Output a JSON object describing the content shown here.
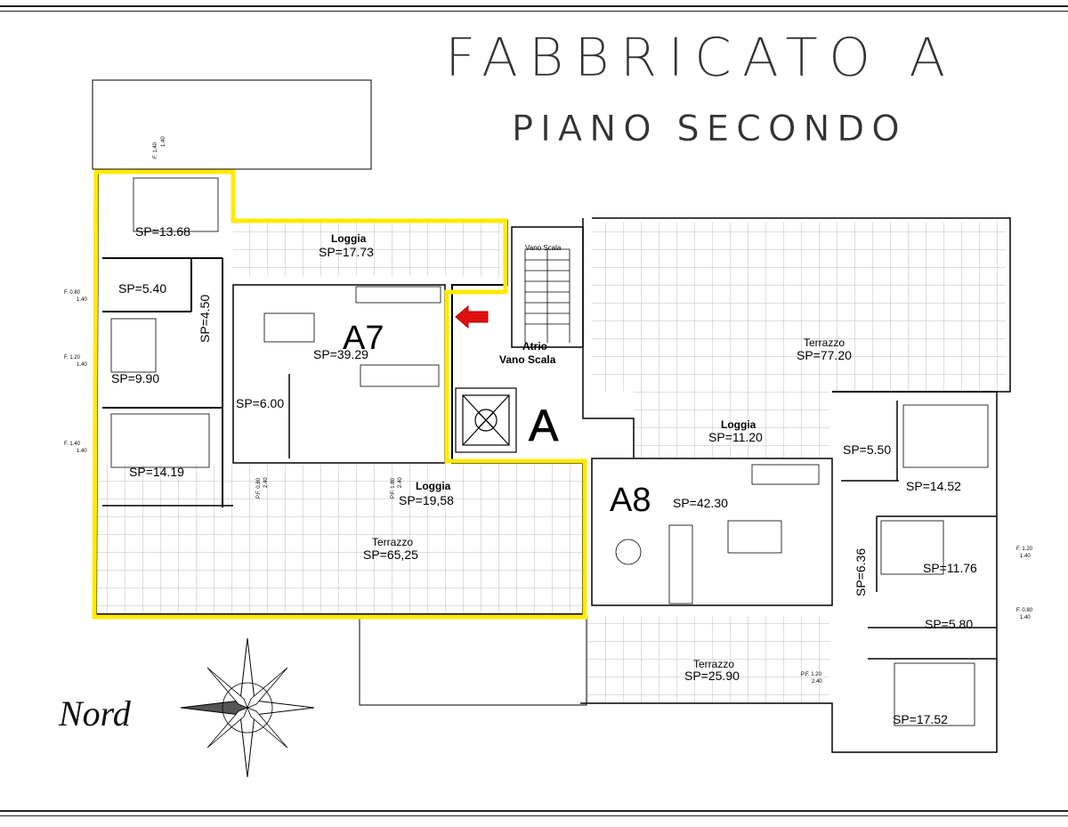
{
  "header": {
    "title": "FABBRICATO A",
    "subtitle": "PIANO SECONDO"
  },
  "colors": {
    "highlight": "#ffea00",
    "arrow": "#e01010",
    "line": "#000000",
    "tile": "#cfcfcf"
  },
  "units": {
    "a7": {
      "name": "A7",
      "main_area": "SP=39.29",
      "rooms": {
        "bedroom_1": "SP=13.68",
        "bath_1": "SP=5.40",
        "hall": "SP=4.50",
        "bedroom_2": "SP=9.90",
        "bath_2": "SP=6.00",
        "bedroom_3": "SP=14.19"
      },
      "loggia_top": {
        "name": "Loggia",
        "area": "SP=17.73"
      },
      "loggia_bottom": {
        "name": "Loggia",
        "area": "SP=19,58"
      },
      "terrace": {
        "name": "Terrazzo",
        "area": "SP=65,25"
      }
    },
    "a8": {
      "name": "A8",
      "main_area": "SP=42.30",
      "rooms": {
        "bath_1": "SP=5.50",
        "bedroom_1": "SP=14.52",
        "hall": "SP=6.36",
        "bedroom_2": "SP=11.76",
        "bath_2": "SP=5.80",
        "bedroom_3": "SP=17.52"
      },
      "loggia": {
        "name": "Loggia",
        "area": "SP=11.20"
      },
      "terrace_big": {
        "name": "Terrazzo",
        "area": "SP=77.20"
      },
      "terrace_bottom": {
        "name": "Terrazzo",
        "area": "SP=25.90"
      }
    }
  },
  "stair": {
    "vano_scala": "Vano Scala",
    "atrio_line1": "Atrio",
    "atrio_line2": "Vano Scala",
    "lift_letter": "A"
  },
  "compass": {
    "label": "Nord"
  },
  "window_tags": {
    "f140_top_a": "F. 1.40",
    "f140_top_b": "1.40",
    "f080_a": "F. 0.80",
    "f080_b": "1.40",
    "f120_a": "F. 1.20",
    "f120_b": "1.40",
    "f140_a": "F. 1.40",
    "f140_b": "1.40",
    "pf080_a": "P.F. 0.80",
    "pf080_b": "2.40",
    "pf180_a": "P.F. 1.80",
    "pf180_b": "2.40",
    "right_f120_a": "F. 1.20",
    "right_f120_b": "1.40",
    "right_f080_a": "F. 0.80",
    "right_f080_b": "1.40",
    "pf120_a": "P.F. 1.20",
    "pf120_b": "2.40"
  }
}
